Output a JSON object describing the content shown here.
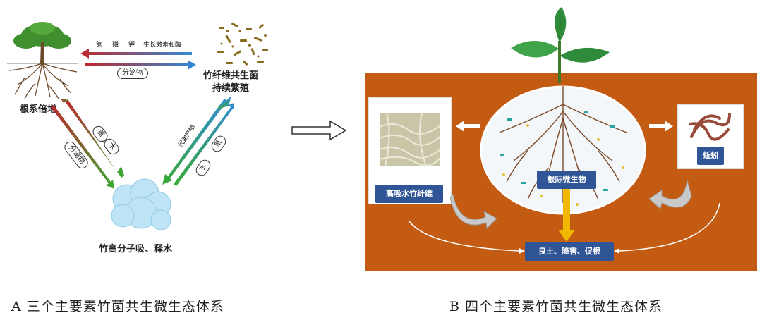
{
  "panel_a": {
    "top_arrow_labels": [
      "氮",
      "磷",
      "钾",
      "生长激素和酶"
    ],
    "secretion_label": "分泌物",
    "root_label": "根系倍增",
    "bamboo_fungus_label_line1": "竹纤维共生菌",
    "bamboo_fungus_label_line2": "持续繁殖",
    "left_arrow_labels": [
      "分泌物",
      "氮",
      "水"
    ],
    "right_arrow_labels": [
      "代谢产物",
      "氮",
      "水"
    ],
    "bottom_label": "竹高分子吸、释水",
    "caption": "A 三个主要素竹菌共生微生态体系"
  },
  "panel_b": {
    "fiber_label": "高吸水竹纤维",
    "microbe_label": "根际微生物",
    "earthworm_label": "蚯蚓",
    "outcome_label": "良土、降害、促根",
    "caption": "B 四个主要素竹菌共生微生态体系"
  },
  "colors": {
    "soil": "#c45b12",
    "blue_box": "#2f5597",
    "yellow_arrow": "#f2b800",
    "green_arrow": "#3aaa35",
    "red_arrow": "#c0272d",
    "blue_arrow": "#2e8bd6"
  },
  "icons": [
    "tree-icon",
    "fungus-particles-icon",
    "water-blob-icon",
    "hollow-right-arrow-icon",
    "plant-sprout-icon",
    "earthworm-icon",
    "bamboo-fiber-icon"
  ]
}
